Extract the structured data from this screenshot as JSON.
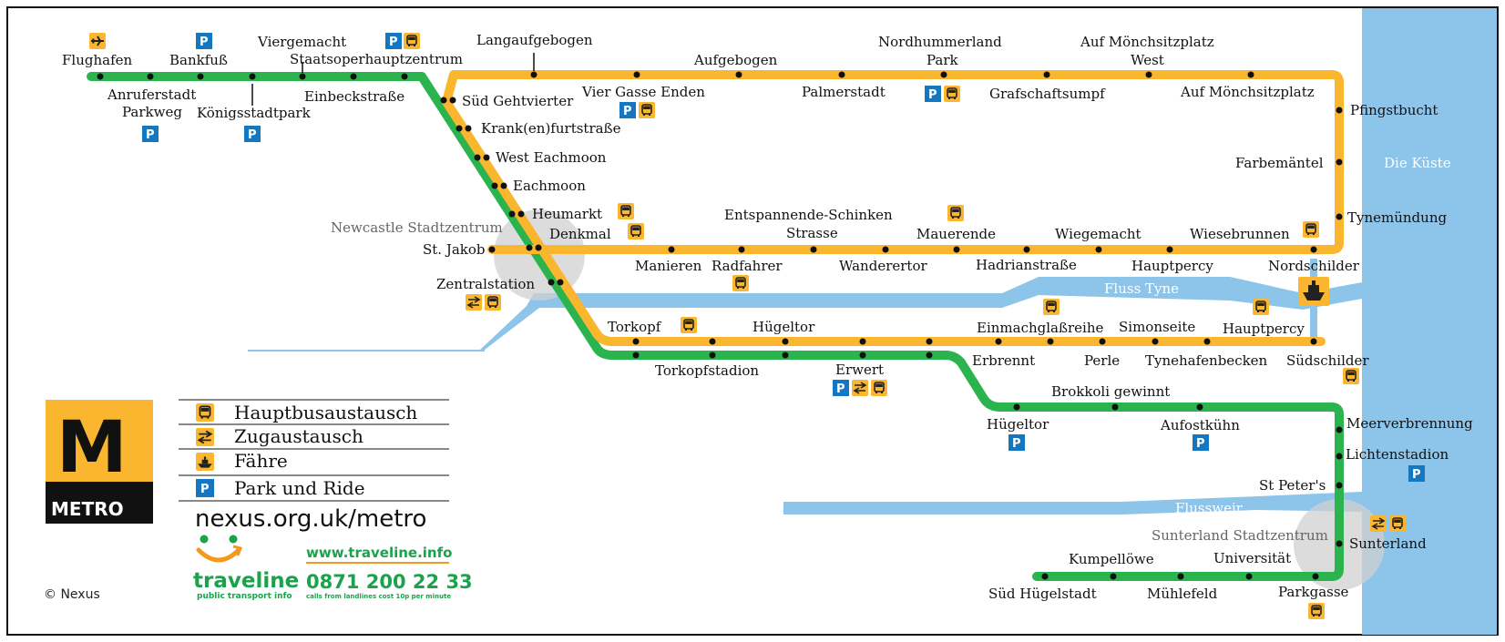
{
  "colors": {
    "green": "#2bb34d",
    "yellow": "#fbb62f",
    "water": "#8cc4ea",
    "park_blue": "#1576c2",
    "area_grey": "#d0d0d0"
  },
  "stations": {
    "flughafen": "Flughafen",
    "anruferstadt_l1": "Anruferstadt",
    "anruferstadt_l2": "Parkweg",
    "bankfuss": "Bankfuß",
    "koenigsstadtpark": "Königsstadtpark",
    "viergemacht": "Viergemacht",
    "einbeckstrasse": "Einbeckstraße",
    "staatsoper": "Staatsoperhauptzentrum",
    "langaufgebogen": "Langaufgebogen",
    "aufgebogen": "Aufgebogen",
    "nordhummerland_l1": "Nordhummerland",
    "nordhummerland_l2": "Park",
    "auf_west_l1": "Auf Mönchsitzplatz",
    "auf_west_l2": "West",
    "vier_gasse": "Vier Gasse Enden",
    "palmerstadt": "Palmerstadt",
    "grafschaftsumpf": "Grafschaftsumpf",
    "auf_moench": "Auf Mönchsitzplatz",
    "pfingstbucht": "Pfingstbucht",
    "sued_gehtvierter": "Süd Gehtvierter",
    "krank": "Krank(en)furtstraße",
    "west_eachmoon": "West Eachmoon",
    "eachmoon": "Eachmoon",
    "farbemaentel": "Farbemäntel",
    "heumarkt": "Heumarkt",
    "denkmal": "Denkmal",
    "entspannende_l1": "Entspannende-Schinken",
    "entspannende_l2": "Strasse",
    "mauerende": "Mauerende",
    "wiegemacht": "Wiegemacht",
    "wiesebrunnen": "Wiesebrunnen",
    "tynemuendung": "Tynemündung",
    "st_jakob": "St. Jakob",
    "manieren": "Manieren",
    "radfahrer": "Radfahrer",
    "wanderertor": "Wanderertor",
    "hadrianstrasse": "Hadrianstraße",
    "hauptpercy_n": "Hauptpercy",
    "nordschilder": "Nordschilder",
    "zentralstation": "Zentralstation",
    "torkopf": "Torkopf",
    "huegeltor_n": "Hügeltor",
    "torkopfstadion": "Torkopfstadion",
    "erwert": "Erwert",
    "einmachglas": "Einmachglaßreihe",
    "simonseite": "Simonseite",
    "hauptpercy_s": "Hauptpercy",
    "erbrennt": "Erbrennt",
    "perle": "Perle",
    "tynehafenbecken": "Tynehafenbecken",
    "suedschilder": "Südschilder",
    "brokkoli": "Brokkoli gewinnt",
    "huegeltor_s": "Hügeltor",
    "aufostkuehn": "Aufostkühn",
    "meerverbrennung": "Meerverbrennung",
    "lichtenstadion": "Lichtenstadion",
    "st_peters": "St Peter's",
    "sunterland": "Sunterland",
    "kumpelloewe": "Kumpellöwe",
    "universitaet": "Universität",
    "sued_huegelstadt": "Süd Hügelstadt",
    "muehlefeld": "Mühlefeld",
    "parkgasse": "Parkgasse"
  },
  "areas": {
    "newcastle": "Newcastle Stadtzentrum",
    "sunterland": "Sunterland Stadtzentrum"
  },
  "water": {
    "kueste": "Die Küste",
    "tyne": "Fluss Tyne",
    "weir": "Flussweir"
  },
  "icons": {
    "parking": "P",
    "bus": "bus-icon",
    "train": "train-icon",
    "ferry": "ferry-icon",
    "plane": "plane-icon"
  },
  "legend": {
    "bus": "Hauptbusaustausch",
    "train": "Zugaustausch",
    "ferry": "Fähre",
    "park": "Park und Ride"
  },
  "logo": {
    "letter": "M",
    "word": "METRO"
  },
  "website": "nexus.org.uk/metro",
  "traveline": {
    "brand": "traveline",
    "sub": "public transport info",
    "url": "www.traveline.info",
    "phone": "0871 200 22 33",
    "note": "calls from landlines cost 10p per minute"
  },
  "copyright": "© Nexus"
}
